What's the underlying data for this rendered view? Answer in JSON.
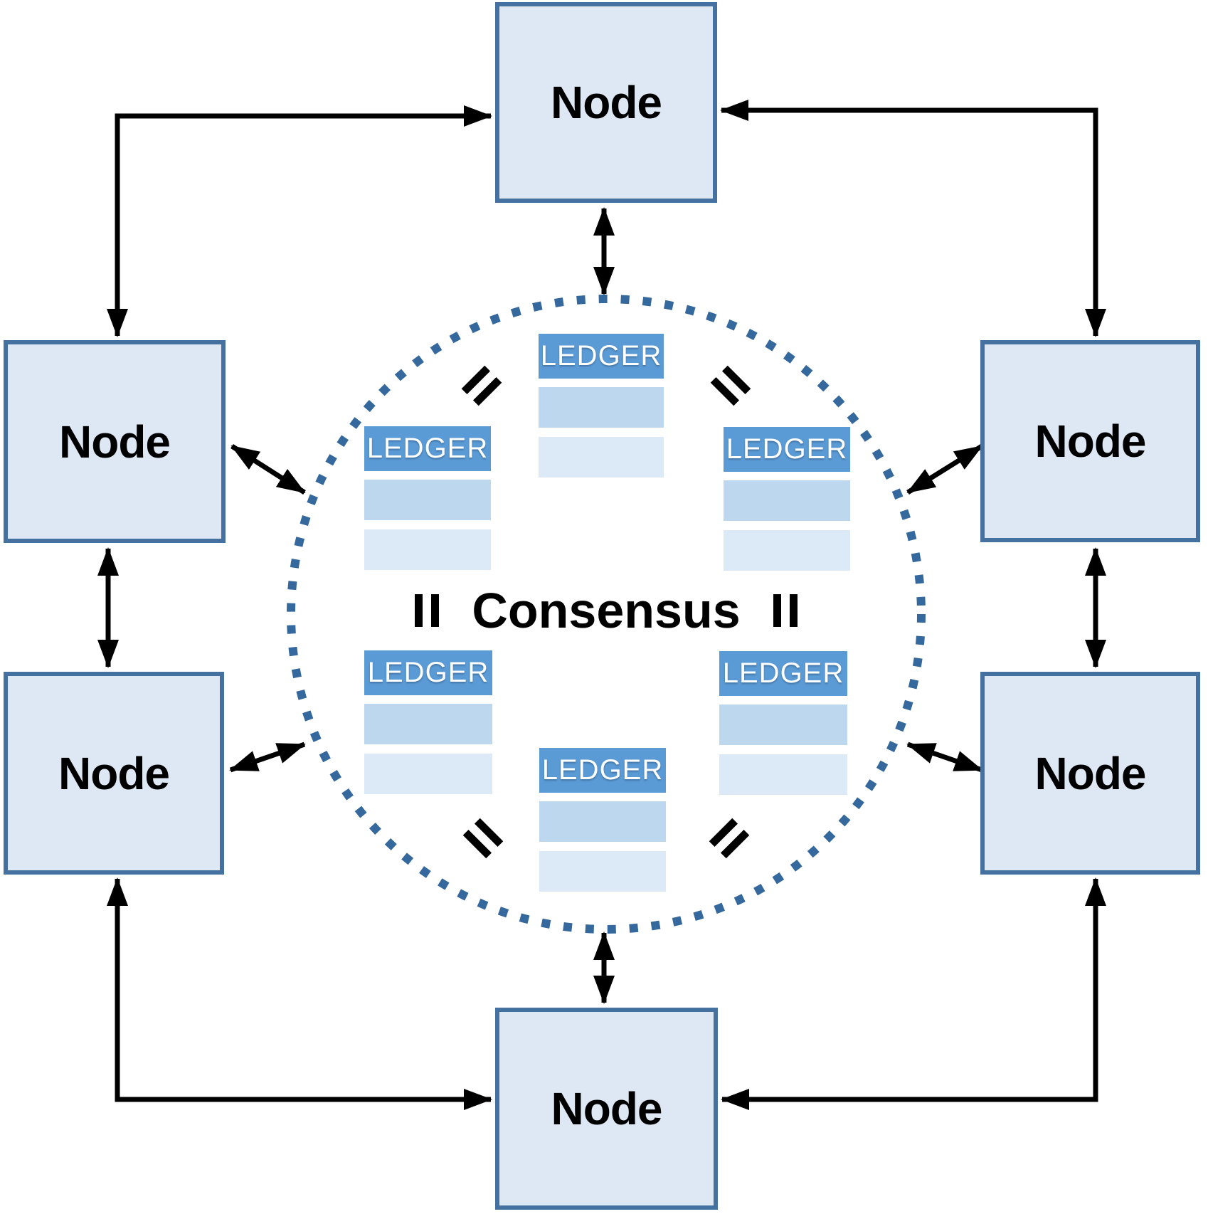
{
  "diagram": {
    "type": "peer-to-peer distributed ledger consensus network",
    "consensus": {
      "label": "Consensus"
    },
    "nodes": [
      {
        "id": "top",
        "label": "Node"
      },
      {
        "id": "upper-left",
        "label": "Node"
      },
      {
        "id": "upper-right",
        "label": "Node"
      },
      {
        "id": "lower-left",
        "label": "Node"
      },
      {
        "id": "lower-right",
        "label": "Node"
      },
      {
        "id": "bottom",
        "label": "Node"
      }
    ],
    "ledgers": [
      {
        "id": "top",
        "label": "LEDGER",
        "rows": 2
      },
      {
        "id": "upper-left",
        "label": "LEDGER",
        "rows": 2
      },
      {
        "id": "upper-right",
        "label": "LEDGER",
        "rows": 2
      },
      {
        "id": "lower-left",
        "label": "LEDGER",
        "rows": 2
      },
      {
        "id": "lower-right",
        "label": "LEDGER",
        "rows": 2
      },
      {
        "id": "bottom",
        "label": "LEDGER",
        "rows": 2
      }
    ],
    "equals_signs": [
      {
        "between": [
          "ledger-top",
          "ledger-upper-left"
        ]
      },
      {
        "between": [
          "ledger-top",
          "ledger-upper-right"
        ]
      },
      {
        "between": [
          "ledger-upper-left",
          "ledger-lower-left"
        ]
      },
      {
        "between": [
          "ledger-upper-right",
          "ledger-lower-right"
        ]
      },
      {
        "between": [
          "ledger-lower-left",
          "ledger-bottom"
        ]
      },
      {
        "between": [
          "ledger-lower-right",
          "ledger-bottom"
        ]
      }
    ],
    "connections": [
      {
        "from": "node-upper-left",
        "to": "node-top",
        "type": "bidirectional"
      },
      {
        "from": "node-upper-right",
        "to": "node-top",
        "type": "bidirectional"
      },
      {
        "from": "node-upper-left",
        "to": "node-lower-left",
        "type": "bidirectional"
      },
      {
        "from": "node-upper-right",
        "to": "node-lower-right",
        "type": "bidirectional"
      },
      {
        "from": "node-lower-left",
        "to": "node-bottom",
        "type": "bidirectional"
      },
      {
        "from": "node-lower-right",
        "to": "node-bottom",
        "type": "bidirectional"
      },
      {
        "from": "node-top",
        "to": "consensus-circle",
        "type": "bidirectional"
      },
      {
        "from": "node-bottom",
        "to": "consensus-circle",
        "type": "bidirectional"
      },
      {
        "from": "node-upper-left",
        "to": "consensus-circle",
        "type": "bidirectional"
      },
      {
        "from": "node-upper-right",
        "to": "consensus-circle",
        "type": "bidirectional"
      },
      {
        "from": "node-lower-left",
        "to": "consensus-circle",
        "type": "bidirectional"
      },
      {
        "from": "node-lower-right",
        "to": "consensus-circle",
        "type": "bidirectional"
      }
    ],
    "colors": {
      "node_fill": "#dde8f4",
      "node_border": "#44719f",
      "ledger_header": "#5b9bd5",
      "ledger_row_medium": "#bdd7ee",
      "ledger_row_light": "#dce9f6",
      "circle_dots": "#35689c",
      "arrow": "#000000",
      "text": "#000000"
    }
  }
}
